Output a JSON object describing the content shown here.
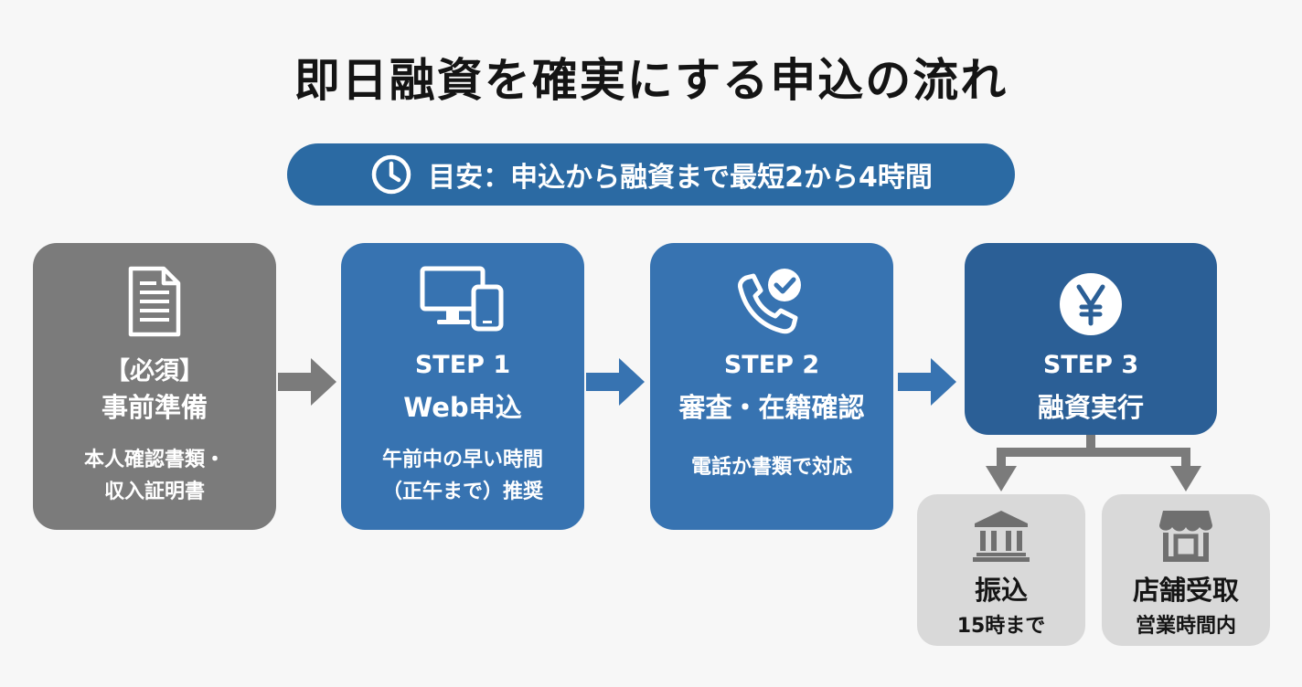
{
  "title": "即日融資を確実にする申込の流れ",
  "timeline": {
    "label": "目安：申込から融資まで最短2から4時間",
    "icon": "clock-icon"
  },
  "steps": [
    {
      "step": "【必須】",
      "name": "事前準備",
      "desc_line1": "本人確認書類・",
      "desc_line2": "収入証明書",
      "icon": "document-icon",
      "color": "#7b7b7b"
    },
    {
      "step": "STEP 1",
      "name": "Web申込",
      "desc_line1": "午前中の早い時間",
      "desc_line2": "（正午まで）推奨",
      "icon": "pc-smartphone-icon",
      "color": "#3773b1"
    },
    {
      "step": "STEP 2",
      "name": "審査・在籍確認",
      "desc_line1": "電話か書類で対応",
      "desc_line2": "",
      "icon": "phone-check-icon",
      "color": "#3773b1"
    },
    {
      "step": "STEP 3",
      "name": "融資実行",
      "icon": "yen-icon",
      "color": "#2b5f96"
    }
  ],
  "options": [
    {
      "name": "振込",
      "note": "15時まで",
      "icon": "bank-icon"
    },
    {
      "name": "店舗受取",
      "note": "営業時間内",
      "icon": "store-icon"
    }
  ]
}
